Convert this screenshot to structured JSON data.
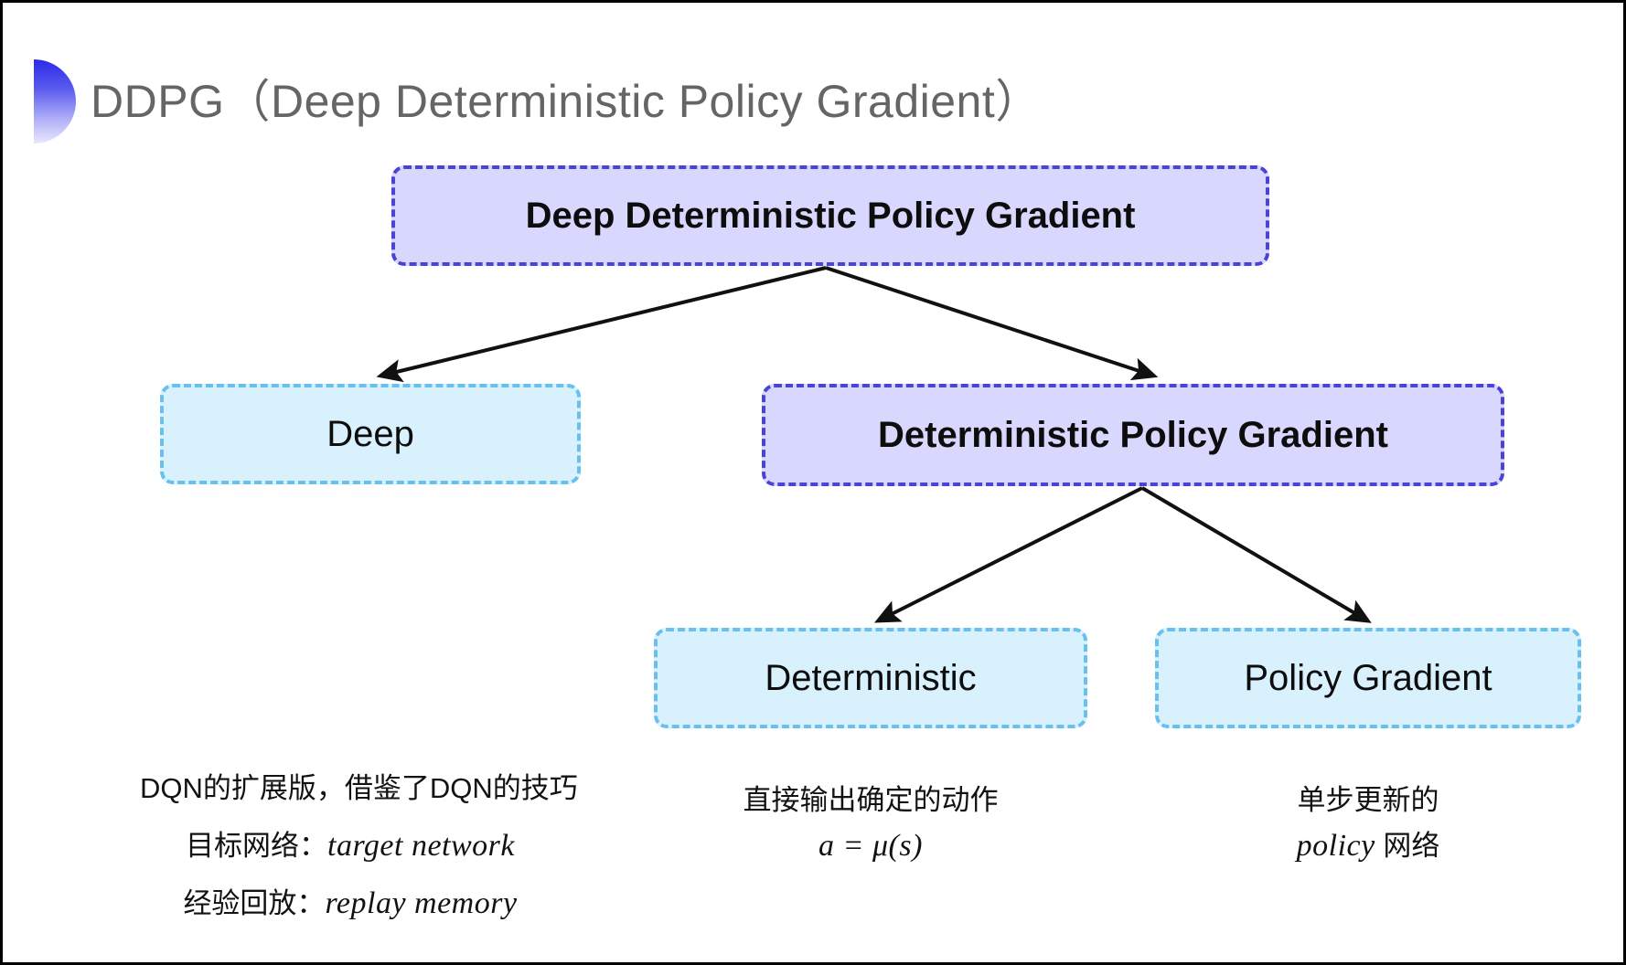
{
  "slide": {
    "title": "DDPG（Deep Deterministic Policy Gradient）",
    "background_color": "#ffffff",
    "bullet_shape": "half-disc-gradient",
    "accent_colors": {
      "title_text": "#656565",
      "purple_fill": "#d8d7fd",
      "purple_border": "#4a43d8",
      "blue_fill": "#d9f1fd",
      "blue_border": "#68c0ef",
      "arrow": "#111111",
      "gradient_start": "#2a2ae8",
      "gradient_end": "#e8e8fd"
    }
  },
  "diagram": {
    "nodes": [
      {
        "id": "root",
        "label": "Deep Deterministic Policy Gradient",
        "style": "purple",
        "level": 0
      },
      {
        "id": "deep",
        "label": "Deep",
        "style": "blue",
        "level": 1
      },
      {
        "id": "dpg",
        "label": "Deterministic Policy Gradient",
        "style": "purple",
        "level": 1
      },
      {
        "id": "deterministic",
        "label": "Deterministic",
        "style": "blue",
        "level": 2
      },
      {
        "id": "policy-gradient",
        "label": "Policy Gradient",
        "style": "blue",
        "level": 2
      }
    ],
    "edges": [
      {
        "from": "root",
        "to": "deep"
      },
      {
        "from": "root",
        "to": "dpg"
      },
      {
        "from": "dpg",
        "to": "deterministic"
      },
      {
        "from": "dpg",
        "to": "policy-gradient"
      }
    ]
  },
  "captions": {
    "deep": {
      "line1": "DQN的扩展版，借鉴了DQN的技巧",
      "line2_label": "目标网络：",
      "line2_term": "target network",
      "line3_label": "经验回放：",
      "line3_term": "replay memory"
    },
    "deterministic": {
      "line1": "直接输出确定的动作",
      "formula": "a = μ(s)"
    },
    "policy_gradient": {
      "line1": "单步更新的",
      "line2_term": "policy",
      "line2_suffix": " 网络"
    }
  }
}
